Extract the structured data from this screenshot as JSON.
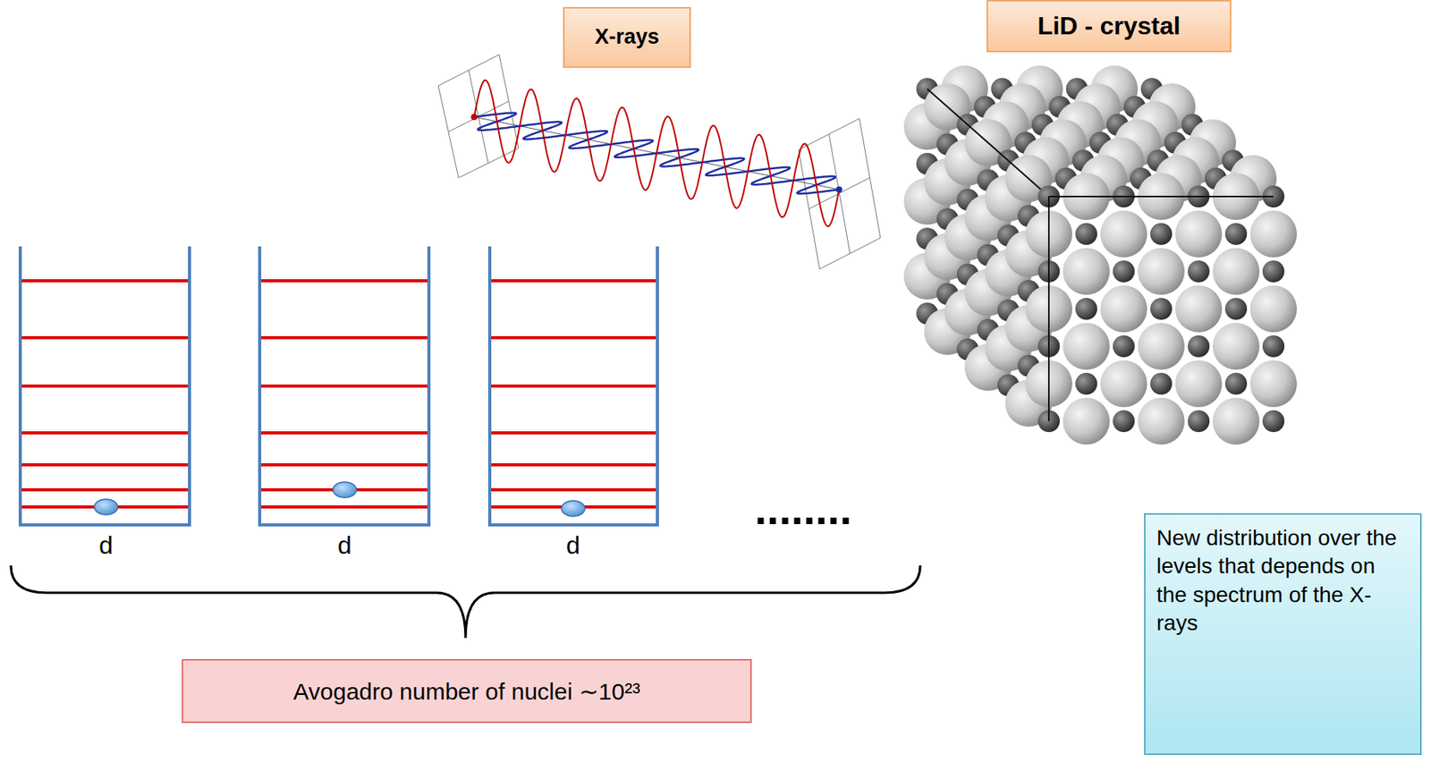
{
  "diagram": {
    "nodes": [
      {
        "text": [
          "X-rays"
        ]
      },
      {
        "text": [
          "LiD - crystal"
        ]
      },
      {
        "text": [
          "Avogadro number of nuclei ∼10²³"
        ]
      },
      {
        "text": [
          "New distribution over the levels that depends on the spectrum of the X-rays"
        ]
      }
    ],
    "labels": [
      "d",
      "d",
      "d",
      "........"
    ]
  }
}
